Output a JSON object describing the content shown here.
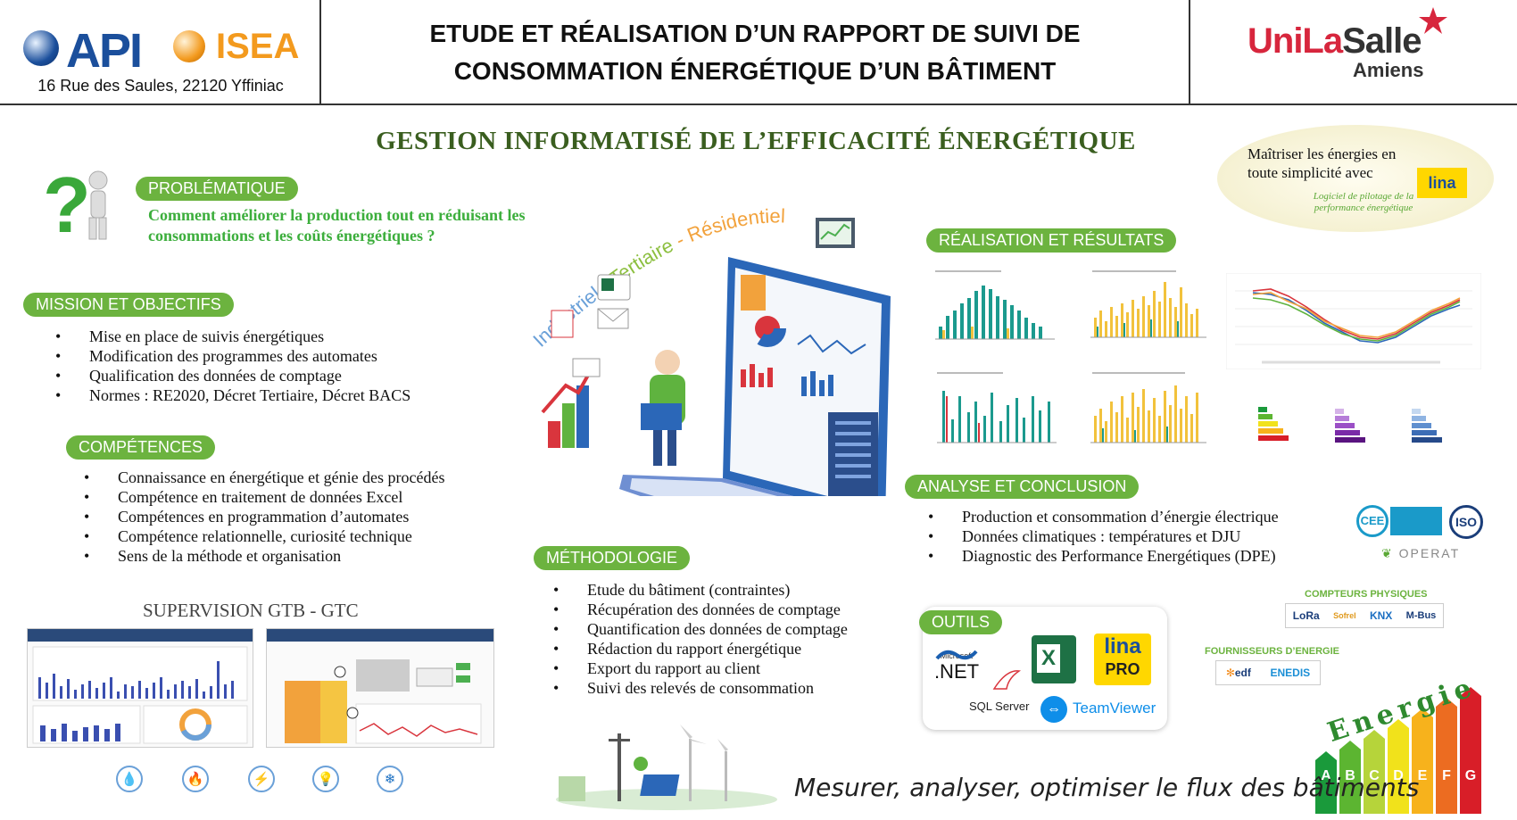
{
  "header": {
    "api_logo": "API",
    "isea_logo": "ISEA",
    "address": "16 Rue des Saules, 22120 Yffiniac",
    "title_line1": "ETUDE ET RÉALISATION D’UN RAPPORT DE SUIVI DE",
    "title_line2": "CONSOMMATION ÉNERGÉTIQUE D’UN BÂTIMENT",
    "uni_part1": "UniLa",
    "uni_part2": "Salle",
    "uni_city": "Amiens"
  },
  "main_title": "GESTION INFORMATISÉ DE L’EFFICACITÉ ÉNERGÉTIQUE",
  "lina_badge": {
    "line1": "Maîtriser les énergies en",
    "line2": "toute simplicité avec",
    "brand": "lina",
    "tag1": "Logiciel de pilotage de la",
    "tag2": "performance énergétique"
  },
  "problematique": {
    "label": "PROBLÉMATIQUE",
    "line1": "Comment améliorer la production tout en réduisant les",
    "line2": "consommations et les coûts énergétiques ?"
  },
  "mission": {
    "label": "MISSION ET OBJECTIFS",
    "items": [
      "Mise en place de suivis énergétiques",
      "Modification des programmes des automates",
      "Qualification des données de comptage",
      "Normes : RE2020, Décret Tertiaire, Décret BACS"
    ]
  },
  "competences": {
    "label": "COMPÉTENCES",
    "items": [
      "Connaissance en énergétique et génie des procédés",
      "Compétence en traitement de données Excel",
      "Compétences en programmation d’automates",
      "Compétence relationnelle, curiosité technique",
      "Sens de la méthode et organisation"
    ]
  },
  "supervision_title": "SUPERVISION GTB - GTC",
  "arc_labels": {
    "industriel": "Industriel",
    "sep1": "-",
    "tertiaire": "Tertiaire",
    "sep2": "-",
    "residentiel": "Résidentiel"
  },
  "methodologie": {
    "label": "MÉTHODOLOGIE",
    "items": [
      "Etude du bâtiment (contraintes)",
      "Récupération des données de comptage",
      "Quantification des données de comptage",
      "Rédaction du rapport énergétique",
      "Export du rapport au client",
      "Suivi des relevés de consommation"
    ]
  },
  "realisation": {
    "label": "RÉALISATION ET RÉSULTATS"
  },
  "analyse": {
    "label": "ANALYSE ET CONCLUSION",
    "items": [
      "Production et consommation d’énergie électrique",
      "Données climatiques : températures et DJU",
      "Diagnostic des Performance Energétiques (DPE)"
    ]
  },
  "outils": {
    "label": "OUTILS",
    "net_small": "Microsoft",
    "net": ".NET",
    "sql": "SQL Server",
    "lina": "lina",
    "pro": "PRO",
    "teamviewer": "TeamViewer"
  },
  "certifs": {
    "cee": "CEE",
    "iso": "ISO",
    "operat": "OPERAT"
  },
  "compteurs": {
    "label": "COMPTEURS PHYSIQUES",
    "items": [
      "LoRa",
      "Sofrel",
      "KNX",
      "M-Bus"
    ]
  },
  "fournisseurs": {
    "label": "FOURNISSEURS D’ENERGIE",
    "items": [
      "edf",
      "ENEDIS"
    ]
  },
  "energie": {
    "word": "Energie",
    "letters": [
      "A",
      "B",
      "C",
      "D",
      "E",
      "F",
      "G"
    ],
    "colors": [
      "#1a9a3b",
      "#5cb531",
      "#b6d43a",
      "#f1e21b",
      "#f7b21c",
      "#ec6c21",
      "#d81e28"
    ]
  },
  "tagline": "Mesurer, analyser, optimiser le flux des bâtiments",
  "colors": {
    "accent_green": "#6cb33f",
    "title_green": "#3a5e1f",
    "chart_teal": "#1b9a8e",
    "chart_yellow": "#f2c23c",
    "chart_red": "#d9353d"
  }
}
